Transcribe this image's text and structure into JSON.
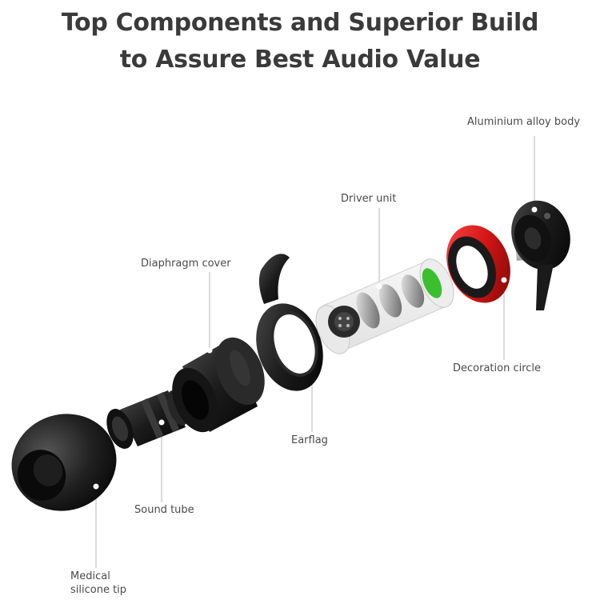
{
  "title": {
    "line1": "Top Components and Superior Build",
    "line2": "to Assure Best Audio Value"
  },
  "labels": {
    "aluminium_body": "Aluminium alloy body",
    "driver_unit": "Driver unit",
    "diaphragm_cover": "Diaphragm cover",
    "decoration_circle": "Decoration circle",
    "earflag": "Earflag",
    "sound_tube": "Sound tube",
    "silicone_tip_line1": "Medical",
    "silicone_tip_line2": "silicone tip"
  },
  "colors": {
    "title": "#3a3a3a",
    "label": "#4a4a4a",
    "leader_line": "#b5b5b5",
    "decoration_ring": "#d41616",
    "driver_accent": "#3bbf2e",
    "component_black": "#1a1a1a"
  }
}
